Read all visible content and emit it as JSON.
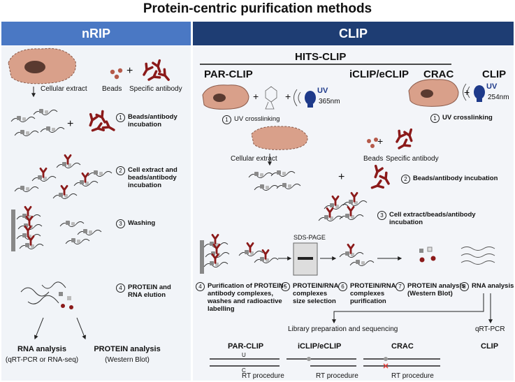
{
  "title": "Protein-centric purification methods",
  "headers": {
    "left": "nRIP",
    "right": "CLIP"
  },
  "nrip": {
    "cellular_extract": "Cellular extract",
    "beads": "Beads",
    "specific_antibody": "Specific antibody",
    "steps": [
      {
        "num": "1",
        "text": "Beads/antibody\nincubation"
      },
      {
        "num": "2",
        "text": "Cell extract and\nbeads/antibody\nincubation"
      },
      {
        "num": "3",
        "text": "Washing"
      },
      {
        "num": "4",
        "text": "PROTEIN and\nRNA elution"
      }
    ],
    "rna_analysis": "RNA analysis",
    "rna_analysis_sub": "(qRT-PCR or RNA-seq)",
    "protein_analysis": "PROTEIN analysis",
    "protein_analysis_sub": "(Western Blot)",
    "plus": "+"
  },
  "clip": {
    "hits_clip": "HITS-CLIP",
    "par_clip": "PAR-CLIP",
    "iclip": "iCLIP/eCLIP",
    "crac": "CRAC",
    "clip": "CLIP",
    "uv": "UV",
    "nm365": "365nm",
    "nm254": "254nm",
    "uv_crosslinking": "UV crosslinking",
    "cellular_extract": "Cellular extract",
    "beads": "Beads",
    "specific_antibody": "Specific antibody",
    "beads_incubation": "Beads/antibody incubation",
    "cell_extract_incubation": "Cell extract/beads/antibody\nincubation",
    "sds_page": "SDS-PAGE",
    "bottom_steps": [
      {
        "num": "4",
        "text": "Purification of PROTEIN-\nantibody complexes,\nwashes and radioactive\nlabelling"
      },
      {
        "num": "5",
        "text": "PROTEIN/RNA\ncomplexes\nsize selection"
      },
      {
        "num": "6",
        "text": "PROTEIN/RNA\ncomplexes\npurification"
      },
      {
        "num": "7",
        "text": "PROTEIN analysis\n(Western Blot)"
      },
      {
        "num": "8",
        "text": "RNA analysis"
      }
    ],
    "library_prep": "Library preparation and sequencing",
    "qrt_pcr": "qRT-PCR",
    "methods_bottom": [
      "PAR-CLIP",
      "iCLIP/eCLIP",
      "CRAC",
      "CLIP"
    ],
    "rt_procedure": "RT procedure",
    "u_label": "U",
    "c_label": "C",
    "plus": "+"
  },
  "colors": {
    "nrip_header": "#4a78c4",
    "clip_header": "#1e3d73",
    "cell": "#d9a08a",
    "antibody": "#8b1a1a",
    "bead": "#b55a4a",
    "uv_bulb": "#1e3a8a",
    "crosslink": "#e53935"
  }
}
